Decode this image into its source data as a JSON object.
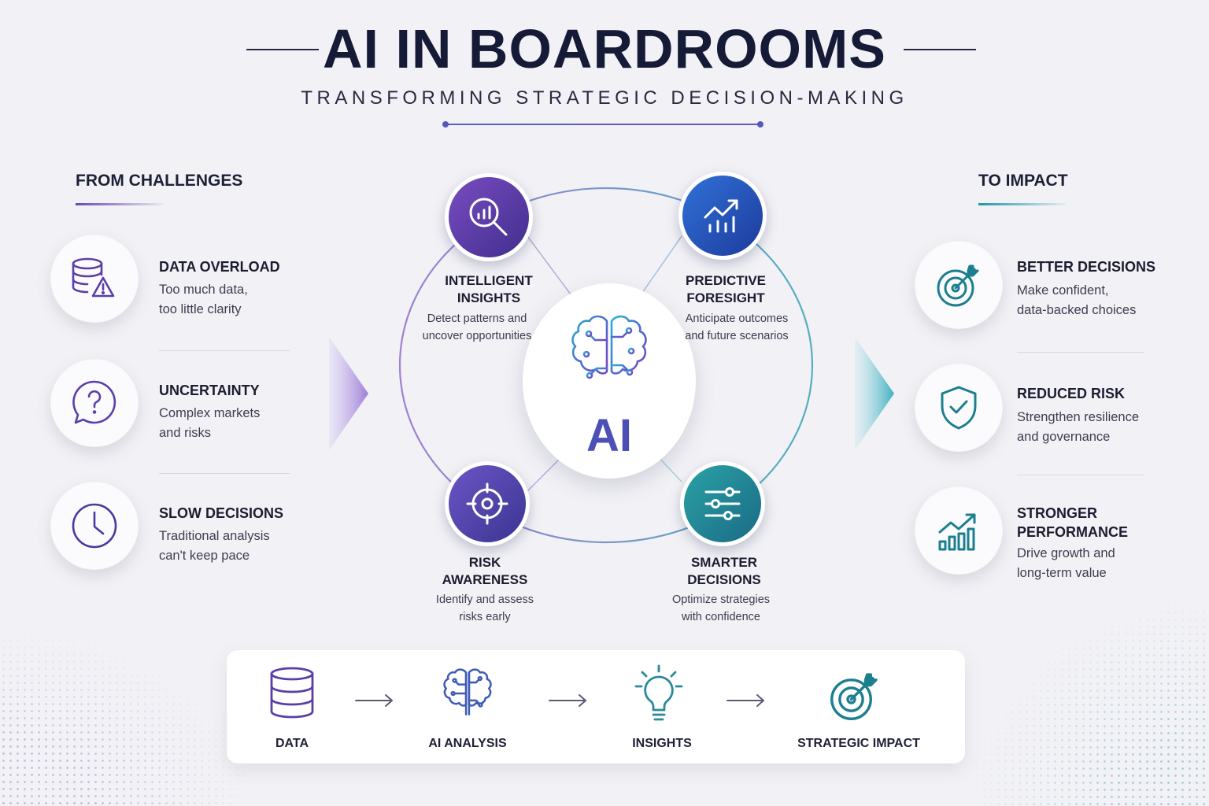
{
  "header": {
    "title": "AI IN BOARDROOMS",
    "subtitle": "TRANSFORMING STRATEGIC DECISION-MAKING"
  },
  "left": {
    "heading": "FROM CHALLENGES",
    "items": [
      {
        "title": "DATA OVERLOAD",
        "desc1": "Too much data,",
        "desc2": "too little clarity",
        "icon": "database-warning-icon"
      },
      {
        "title": "UNCERTAINTY",
        "desc1": "Complex markets",
        "desc2": "and risks",
        "icon": "question-bubble-icon"
      },
      {
        "title": "SLOW DECISIONS",
        "desc1": "Traditional analysis",
        "desc2": "can't keep pace",
        "icon": "clock-icon"
      }
    ]
  },
  "right": {
    "heading": "TO IMPACT",
    "items": [
      {
        "title": "BETTER DECISIONS",
        "desc1": "Make confident,",
        "desc2": "data-backed choices",
        "icon": "target-arrow-icon"
      },
      {
        "title": "REDUCED RISK",
        "desc1": "Strengthen resilience",
        "desc2": "and governance",
        "icon": "shield-check-icon"
      },
      {
        "title": "STRONGER",
        "title2": "PERFORMANCE",
        "desc1": "Drive growth and",
        "desc2": "long-term value",
        "icon": "growth-chart-icon"
      }
    ]
  },
  "center": {
    "hub_label": "AI",
    "features": [
      {
        "title1": "INTELLIGENT",
        "title2": "INSIGHTS",
        "desc1": "Detect patterns and",
        "desc2": "uncover opportunities",
        "icon": "magnifier-chart-icon"
      },
      {
        "title1": "PREDICTIVE",
        "title2": "FORESIGHT",
        "desc1": "Anticipate outcomes",
        "desc2": "and future scenarios",
        "icon": "trend-up-icon"
      },
      {
        "title1": "RISK",
        "title2": "AWARENESS",
        "desc1": "Identify and assess",
        "desc2": "risks early",
        "icon": "crosshair-icon"
      },
      {
        "title1": "SMARTER",
        "title2": "DECISIONS",
        "desc1": "Optimize strategies",
        "desc2": "with confidence",
        "icon": "sliders-icon"
      }
    ]
  },
  "flow": {
    "steps": [
      {
        "label": "DATA",
        "icon": "database-icon"
      },
      {
        "label": "AI ANALYSIS",
        "icon": "brain-circuit-icon"
      },
      {
        "label": "INSIGHTS",
        "icon": "lightbulb-icon"
      },
      {
        "label": "STRATEGIC IMPACT",
        "icon": "target-arrow-icon"
      }
    ]
  },
  "colors": {
    "purple": "#5b3fa8",
    "indigo": "#3f4fb3",
    "blue": "#1f4fb8",
    "teal": "#1b8a95",
    "navy": "#151a36"
  }
}
